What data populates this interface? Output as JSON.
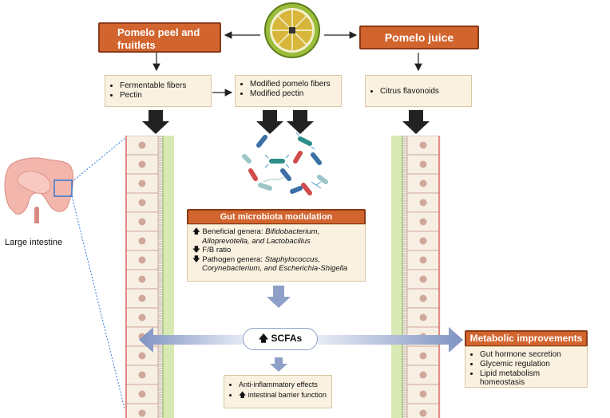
{
  "sources": {
    "peel_title": "Pomelo peel and fruitlets",
    "juice_title": "Pomelo juice"
  },
  "boxes": {
    "peel_items": [
      "Fermentable fibers",
      "Pectin"
    ],
    "modified_items": [
      "Modified pomelo fibers",
      "Modified pectin"
    ],
    "juice_items": [
      "Citrus flavonoids"
    ]
  },
  "intestine_label": "Large intestine",
  "microbiota": {
    "title": "Gut microbiota modulation",
    "beneficial_prefix": "Beneficial genera: ",
    "beneficial_line1": "Bifidobacterium,",
    "beneficial_line2": "Alloprevotella, and Lactobacillus",
    "fb_ratio": "F/B ratio",
    "pathogen_prefix": "Pathogen genera: ",
    "pathogen_line1": "Staphylococcus,",
    "pathogen_line2": "Corynebacterium, and Escherichia-Shigella"
  },
  "scfa_label": "SCFAs",
  "effects": {
    "anti_inflammatory": "Anti-inflammatory effects",
    "barrier": "intestinal barrier function"
  },
  "metabolic": {
    "title": "Metabolic improvements",
    "items": [
      "Gut hormone secretion",
      "Glycemic regulation",
      "Lipid metabolism homeostasis"
    ]
  },
  "colors": {
    "orange": "#d2642e",
    "cream": "#faf1e0",
    "blue_arrow": "#8ea0c8",
    "intestine_pink": "#f3b6ad"
  }
}
